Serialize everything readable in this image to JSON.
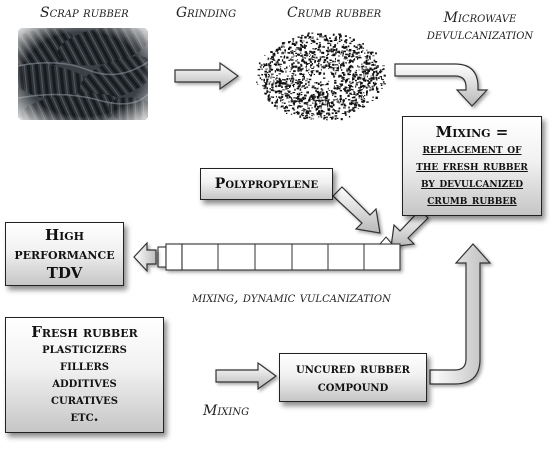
{
  "labels": {
    "scrap_rubber": "Scrap rubber",
    "grinding": "Grinding",
    "crumb_rubber": "Crumb rubber",
    "microwave_1": "Microwave",
    "microwave_2": "devulcanization",
    "mixing_dynamic": "mixing, dynamic vulcanization",
    "mixing": "Mixing"
  },
  "mixing_box": {
    "title": "Mixing =",
    "line1": "replacement of",
    "line2": "the fresh rubber",
    "line3": "by devulcanized",
    "line4": "crumb rubber"
  },
  "polypropylene_box": {
    "text": "Polypropylene"
  },
  "tdv_box": {
    "line1": "High",
    "line2": "performance",
    "line3": "TDV"
  },
  "fresh_box": {
    "line1": "Fresh rubber",
    "line2": "plasticizers",
    "line3": "fillers",
    "line4": "additives",
    "line5": "curatives",
    "line6": "etc."
  },
  "uncured_box": {
    "line1": "uncured rubber",
    "line2": "compound"
  }
}
